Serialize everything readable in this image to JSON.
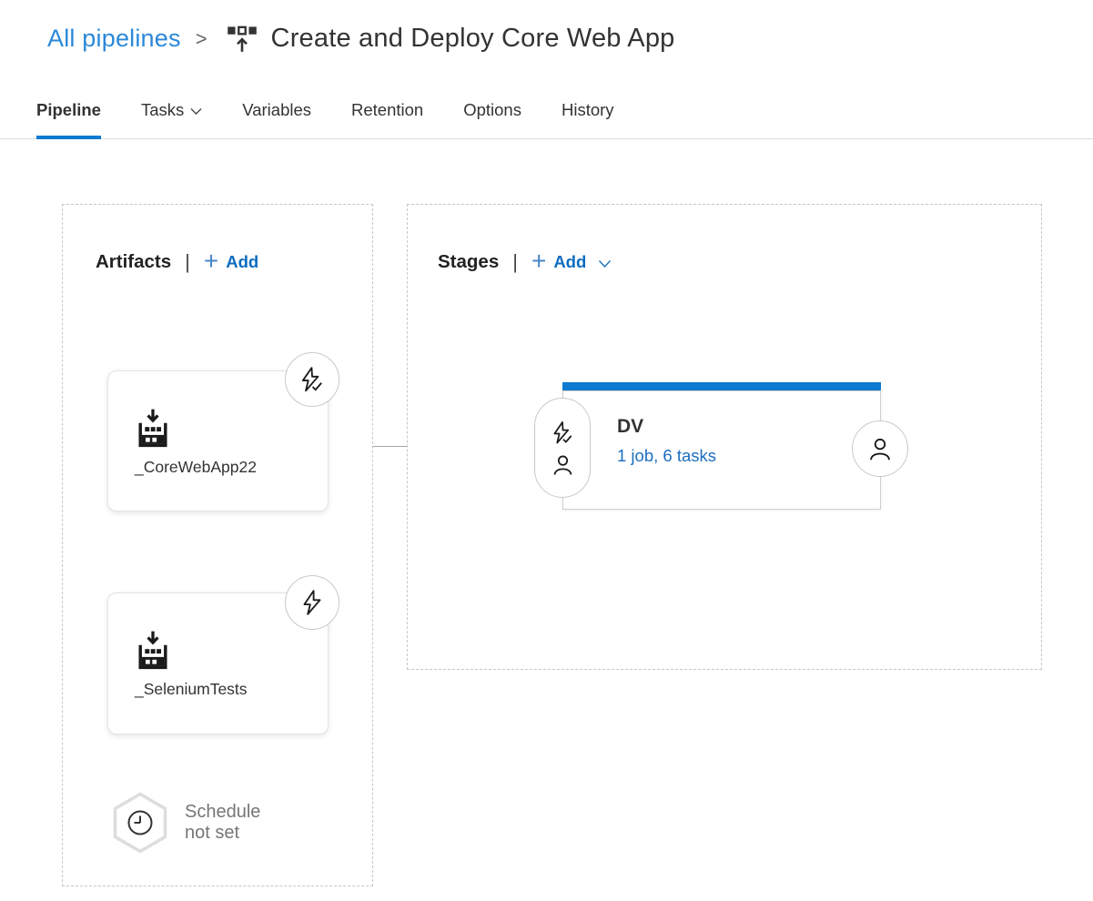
{
  "breadcrumb": {
    "link": "All pipelines",
    "separator": ">",
    "title": "Create and Deploy Core Web App"
  },
  "tabs": {
    "items": [
      {
        "label": "Pipeline",
        "active": true,
        "has_dropdown": false
      },
      {
        "label": "Tasks",
        "active": false,
        "has_dropdown": true
      },
      {
        "label": "Variables",
        "active": false,
        "has_dropdown": false
      },
      {
        "label": "Retention",
        "active": false,
        "has_dropdown": false
      },
      {
        "label": "Options",
        "active": false,
        "has_dropdown": false
      },
      {
        "label": "History",
        "active": false,
        "has_dropdown": false
      }
    ]
  },
  "artifacts": {
    "header": "Artifacts",
    "separator": "|",
    "add_label": "Add",
    "items": [
      {
        "name": "_CoreWebApp22",
        "trigger_icon": "lightning-check-icon",
        "trigger_state": "continuous deployment enabled"
      },
      {
        "name": "_SeleniumTests",
        "trigger_icon": "lightning-icon",
        "trigger_state": "continuous deployment disabled"
      }
    ],
    "schedule_label": "Schedule not set"
  },
  "stages": {
    "header": "Stages",
    "separator": "|",
    "add_label": "Add",
    "items": [
      {
        "name": "DV",
        "summary": "1 job, 6 tasks"
      }
    ]
  },
  "colors": {
    "accent_blue": "#0c7ad1",
    "breadcrumb_link": "#2b88d8",
    "add_link": "#0b6cbf",
    "summary_link": "#1b6ebe",
    "text_dark": "#333333",
    "text_gray": "#767676",
    "dashed_border": "#c7c7c7"
  }
}
